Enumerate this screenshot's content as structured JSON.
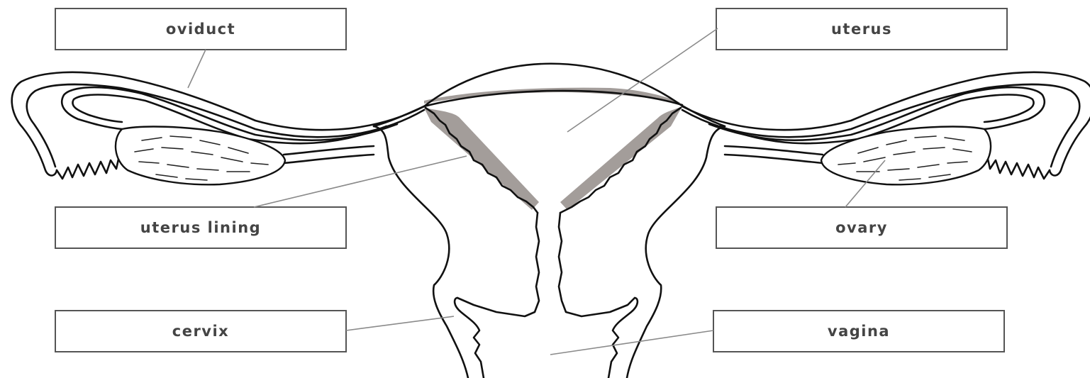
{
  "labels": {
    "oviduct": "oviduct",
    "uterus": "uterus",
    "uterus_lining": "uterus lining",
    "ovary": "ovary",
    "cervix": "cervix",
    "vagina": "vagina"
  }
}
